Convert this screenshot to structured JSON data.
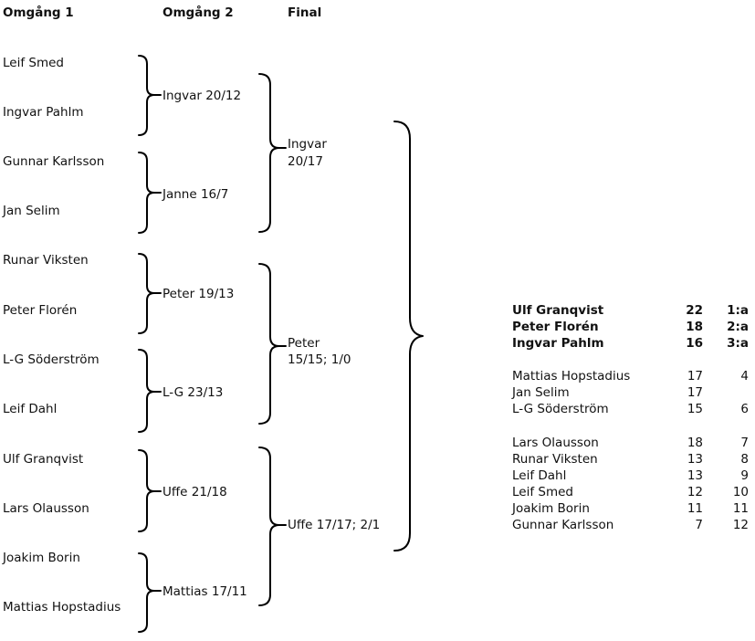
{
  "headers": {
    "round1": "Omgång 1",
    "round2": "Omgång 2",
    "final": "Final"
  },
  "round1": [
    "Leif Smed",
    "Ingvar Pahlm",
    "Gunnar Karlsson",
    "Jan Selim",
    "Runar Viksten",
    "Peter Florén",
    "L-G Söderström",
    "Leif Dahl",
    "Ulf Granqvist",
    "Lars Olausson",
    "Joakim Borin",
    "Mattias Hopstadius"
  ],
  "round2": [
    "Ingvar 20/12",
    "Janne 16/7",
    "Peter 19/13",
    "L-G 23/13",
    "Uffe 21/18",
    "Mattias 17/11"
  ],
  "final": [
    {
      "line1": "Ingvar",
      "line2": "20/17"
    },
    {
      "line1": "Peter",
      "line2": "15/15; 1/0"
    },
    {
      "line1": "Uffe 17/17; 2/1",
      "line2": ""
    }
  ],
  "results": [
    {
      "name": "Ulf Granqvist",
      "points": "22",
      "rank": "1:a",
      "bold": true
    },
    {
      "name": "Peter Florén",
      "points": "18",
      "rank": "2:a",
      "bold": true
    },
    {
      "name": "Ingvar Pahlm",
      "points": "16",
      "rank": "3:a",
      "bold": true
    },
    {
      "name": "Mattias Hopstadius",
      "points": "17",
      "rank": "4",
      "bold": false
    },
    {
      "name": "Jan Selim",
      "points": "17",
      "rank": "",
      "bold": false
    },
    {
      "name": "L-G Söderström",
      "points": "15",
      "rank": "6",
      "bold": false
    },
    {
      "name": "Lars Olausson",
      "points": "18",
      "rank": "7",
      "bold": false
    },
    {
      "name": "Runar Viksten",
      "points": "13",
      "rank": "8",
      "bold": false
    },
    {
      "name": "Leif Dahl",
      "points": "13",
      "rank": "9",
      "bold": false
    },
    {
      "name": "Leif Smed",
      "points": "12",
      "rank": "10",
      "bold": false
    },
    {
      "name": "Joakim Borin",
      "points": "11",
      "rank": "11",
      "bold": false
    },
    {
      "name": "Gunnar Karlsson",
      "points": "7",
      "rank": "12",
      "bold": false
    }
  ]
}
